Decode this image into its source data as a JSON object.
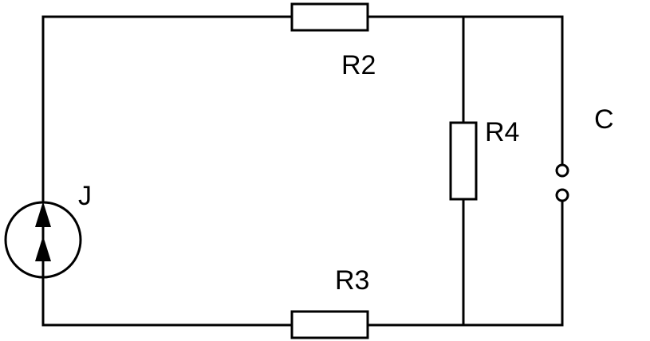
{
  "labels": {
    "r2": "R2",
    "r3": "R3",
    "r4": "R4",
    "c": "C",
    "j": "J"
  },
  "colors": {
    "line": "#000000",
    "background": "#ffffff"
  }
}
